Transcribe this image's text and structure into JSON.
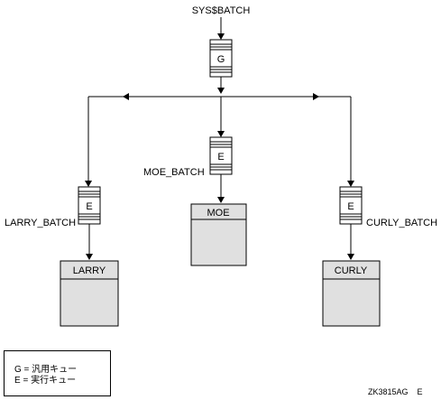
{
  "diagram": {
    "source_label": "SYS$BATCH",
    "generic_queue_letter": "G",
    "queues": [
      {
        "queue_letter": "E",
        "queue_name": "LARRY_BATCH",
        "node_name": "LARRY"
      },
      {
        "queue_letter": "E",
        "queue_name": "MOE_BATCH",
        "node_name": "MOE"
      },
      {
        "queue_letter": "E",
        "queue_name": "CURLY_BATCH",
        "node_name": "CURLY"
      }
    ]
  },
  "legend": {
    "generic": "G = 汎用キュー",
    "execution": "E = 実行キュー"
  },
  "figure_id": "ZK3815AG    E"
}
